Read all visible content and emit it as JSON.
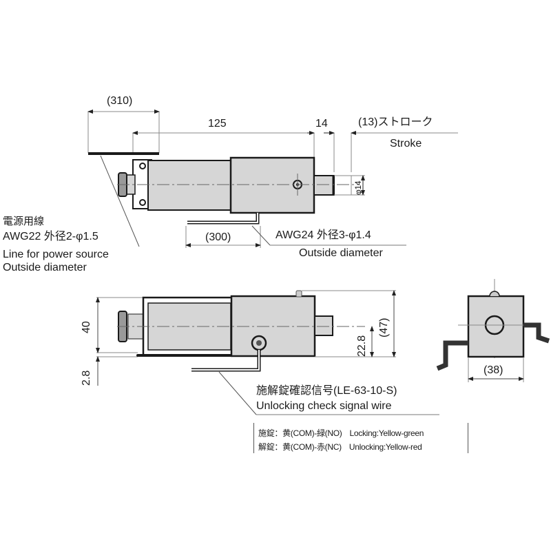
{
  "top_view": {
    "dims": {
      "power_cable_length": "(310)",
      "body_length": "125",
      "plunger_ext": "14",
      "stroke": "(13)ストローク",
      "stroke_en": "Stroke",
      "plunger_dia": "φ14",
      "signal_cable_length": "(300)"
    },
    "power_wire": {
      "jp": "電源用線",
      "spec": "AWG22 外径2-φ1.5",
      "en1": "Line for power source",
      "en2": "Outside diameter"
    },
    "signal_wire_spec": {
      "spec": "AWG24 外径3-φ1.4",
      "en": "Outside diameter"
    }
  },
  "side_view": {
    "dims": {
      "height": "40",
      "base_thickness": "2.8",
      "center_height": "22.8",
      "total_height": "(47)"
    },
    "signal_wire": {
      "jp": "施解錠確認信号(LE-63-10-S)",
      "en": "Unlocking check signal wire"
    },
    "legend": [
      {
        "jp": "施錠：黄(COM)-緑(NO)",
        "en": "Locking:Yellow-green"
      },
      {
        "jp": "解錠：黄(COM)-赤(NC)",
        "en": "Unlocking:Yellow-red"
      }
    ]
  },
  "end_view": {
    "dims": {
      "width": "(38)"
    }
  },
  "colors": {
    "fill": "#d6d6d6",
    "line": "#1a1a1a",
    "dim_line": "#777777"
  }
}
